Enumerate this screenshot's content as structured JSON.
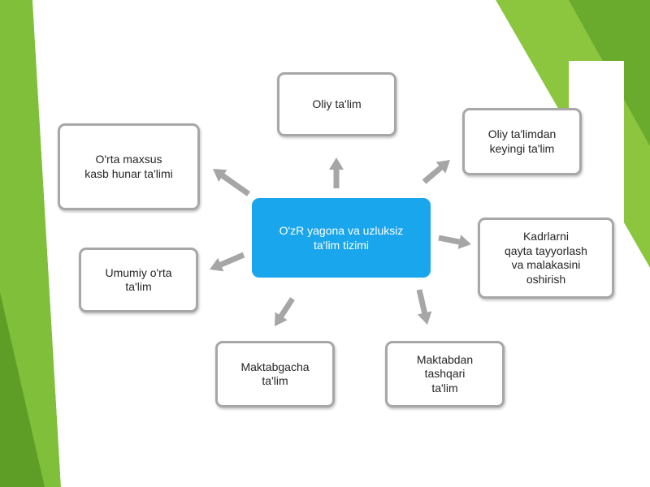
{
  "diagram": {
    "center_label": "O'zR yagona va uzluksiz\nta'lim tizimi",
    "nodes": [
      {
        "id": "oliy",
        "label": "Oliy ta'lim"
      },
      {
        "id": "oliydan-keyingi",
        "label": "Oliy ta'limdan\nkeyingi ta'lim"
      },
      {
        "id": "kadrlar",
        "label": "Kadrlarni\nqayta tayyorlash\nva malakasini\noshirish"
      },
      {
        "id": "maktabdan-tashqari",
        "label": "Maktabdan\ntashqari\nta'lim"
      },
      {
        "id": "maktabgacha",
        "label": "Maktabgacha\nta'lim"
      },
      {
        "id": "umumiy",
        "label": "Umumiy o'rta\nta'lim"
      },
      {
        "id": "orta-maxsus",
        "label": "O'rta maxsus\nkasb hunar ta'limi"
      }
    ],
    "colors": {
      "center_fill": "#1aa6ec",
      "node_border": "#a7a7a7",
      "arrow": "#a6a6a6",
      "green_dark": "#4e8a1e",
      "green_light": "#8cc63f"
    }
  }
}
